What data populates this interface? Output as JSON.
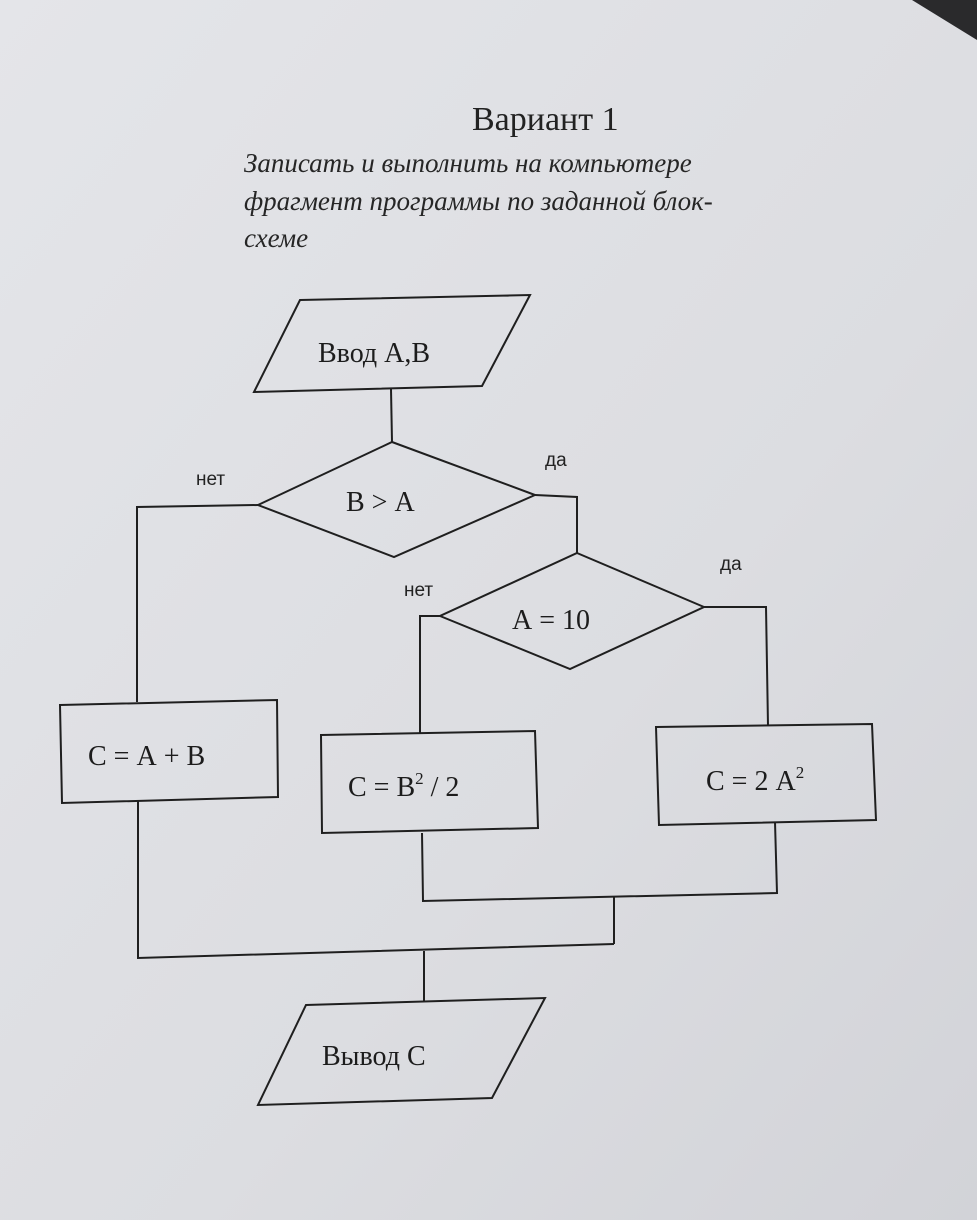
{
  "header": {
    "title": "Вариант 1",
    "task_lines": [
      "Записать и выполнить на компьютере",
      "фрагмент программы по заданной блок-",
      "схеме"
    ]
  },
  "flowchart": {
    "input_block": "Ввод А,В",
    "condition1": "В > А",
    "condition1_no": "нет",
    "condition1_yes": "да",
    "condition2": "А  = 10",
    "condition2_no": "нет",
    "condition2_yes": "да",
    "process_left": "С = А + В",
    "process_middle": {
      "base": "С = В",
      "exp": "2",
      "tail": " / 2"
    },
    "process_right": {
      "base": "С = 2 А",
      "exp": "2"
    },
    "output_block": "Вывод С"
  },
  "colors": {
    "paper": "#dcdde1",
    "background": "#2a2a2c",
    "ink": "#1f1f1f"
  }
}
